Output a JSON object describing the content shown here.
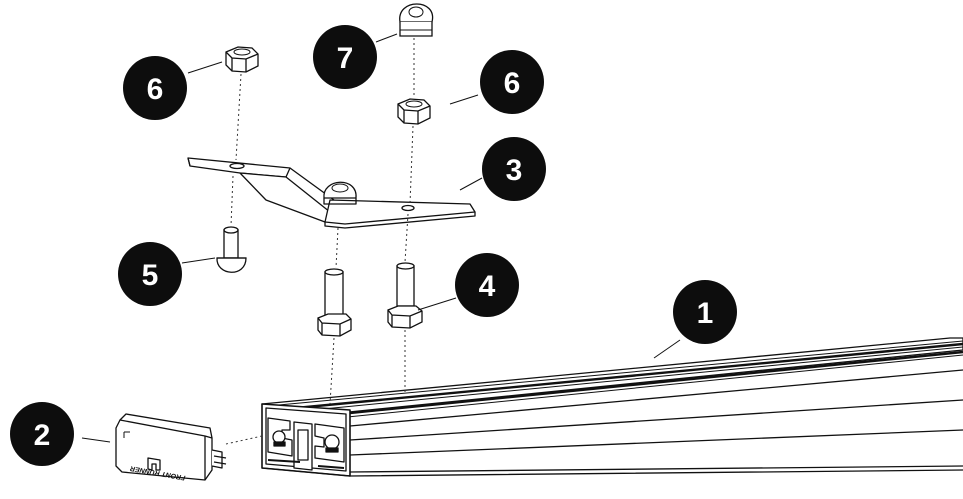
{
  "callouts": [
    {
      "id": "rail",
      "number": "1"
    },
    {
      "id": "end-cap",
      "number": "2"
    },
    {
      "id": "bracket",
      "number": "3"
    },
    {
      "id": "hex-bolts",
      "number": "4"
    },
    {
      "id": "button-bolt",
      "number": "5"
    },
    {
      "id": "nut-left",
      "number": "6"
    },
    {
      "id": "nut-right",
      "number": "6"
    },
    {
      "id": "dome-cap",
      "number": "7"
    }
  ],
  "end_cap": {
    "brand_text": "FRONT RUNNER"
  },
  "colors": {
    "badge_fill": "#0d0d0d",
    "badge_text": "#ffffff",
    "line": "#111111",
    "part_fill": "#ffffff"
  }
}
